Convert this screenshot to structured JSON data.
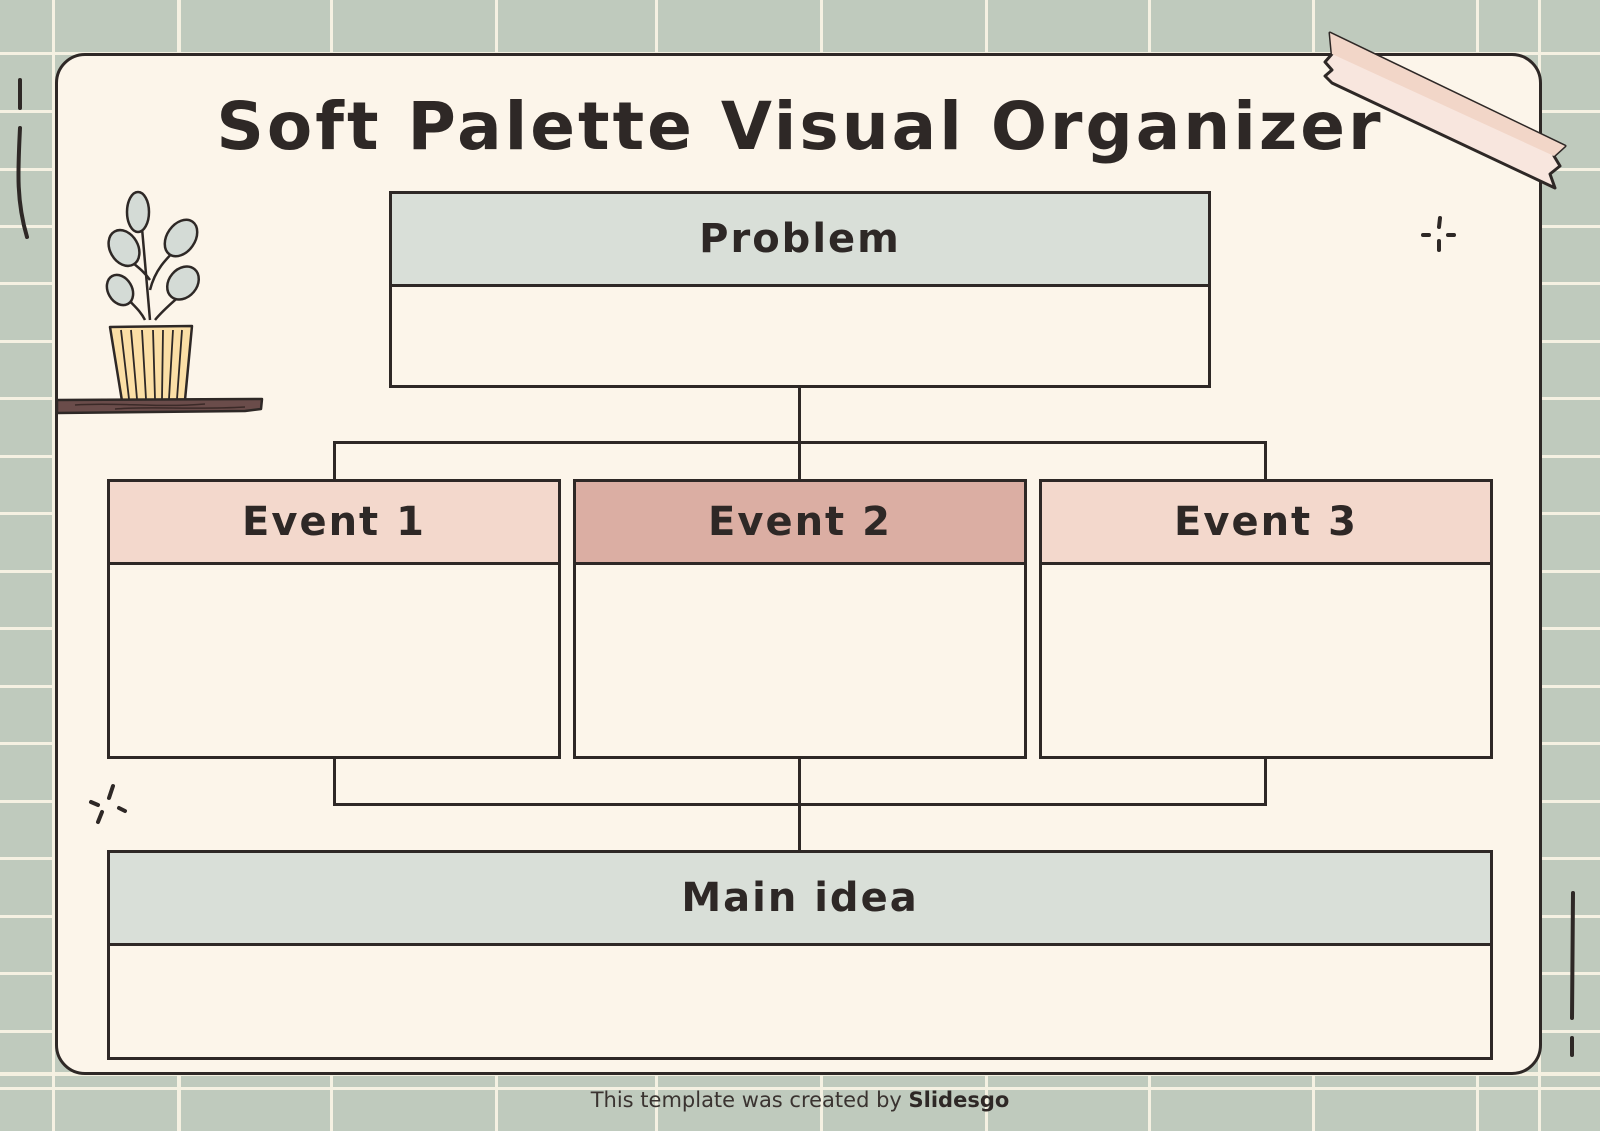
{
  "slide": {
    "title": "Soft Palette Visual Organizer",
    "footer": {
      "prefix": "This template was created by ",
      "brand": "Slidesgo"
    }
  },
  "organizer": {
    "problem": {
      "label": "Problem",
      "content": ""
    },
    "events": [
      {
        "label": "Event 1",
        "content": "",
        "color": "#f3d8cc"
      },
      {
        "label": "Event 2",
        "content": "",
        "color": "#dbaea3"
      },
      {
        "label": "Event 3",
        "content": "",
        "color": "#f3d8cc"
      }
    ],
    "main_idea": {
      "label": "Main idea",
      "content": ""
    }
  },
  "colors": {
    "background_green": "#bfcabd",
    "grid_lines": "#f5f1e2",
    "card": "#fcf5ea",
    "outline": "#2e2826",
    "sage_header": "#d9dfd8",
    "peach_header": "#f3d8cc",
    "rose_header": "#dbaea3",
    "pot_yellow": "#fbdfa6",
    "leaf": "#d4dbd6",
    "shelf": "#6a4c4a",
    "tape_top": "#f2d6c8",
    "tape_bottom": "#f8e6de"
  }
}
